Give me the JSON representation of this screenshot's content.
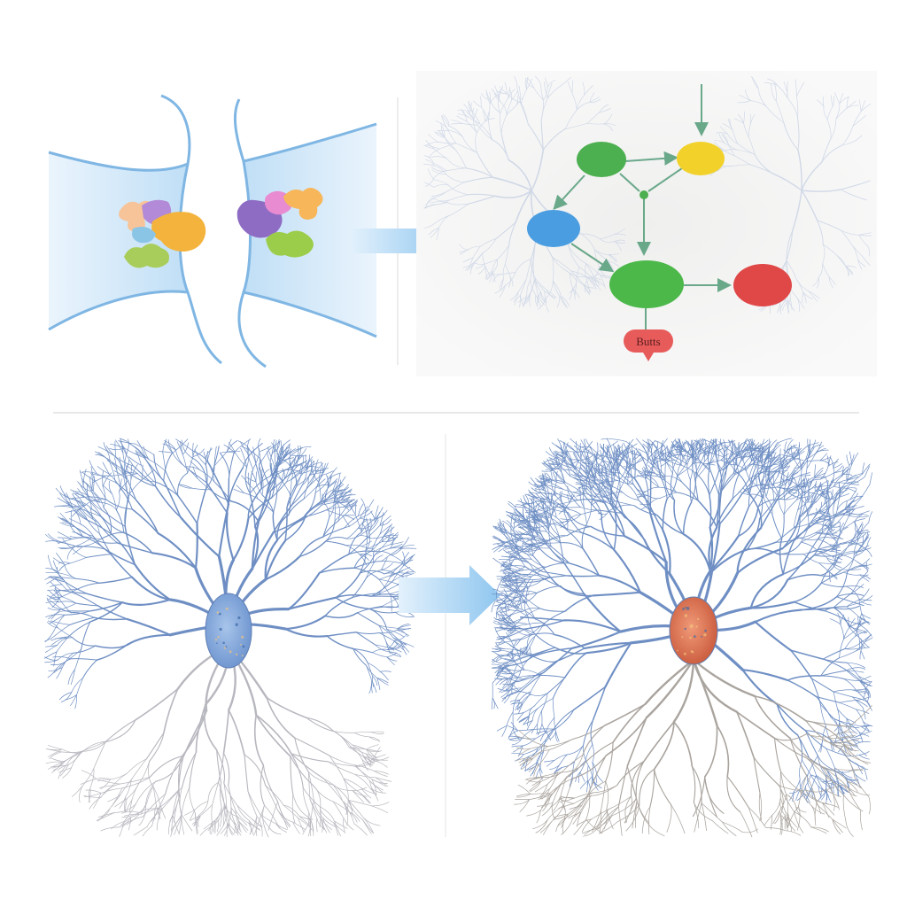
{
  "panels": [
    {
      "id": "synapse",
      "description_key": "top-left"
    },
    {
      "id": "pathway",
      "description_key": "top-right"
    },
    {
      "id": "neuron-before",
      "description_key": "bottom-left"
    },
    {
      "id": "neuron-after",
      "description_key": "bottom-right"
    }
  ],
  "pathway": {
    "output_label": "Butts",
    "node_colors": {
      "green_top": "#4caf50",
      "yellow": "#f2d12a",
      "blue": "#4a9de0",
      "green_center": "#4cb84a",
      "red": "#e04848",
      "label_pill": "#e85b5b"
    }
  },
  "colors": {
    "membrane": "#8fc3ea",
    "cleft_fill": "#cfe6f8",
    "arrow": "#8cc4ee",
    "dendrite_blue": "#6f8fc4",
    "axon_grey": "#b7b7bf",
    "soma_blue": "#7ea6dc",
    "soma_red": "#d96a4a"
  }
}
